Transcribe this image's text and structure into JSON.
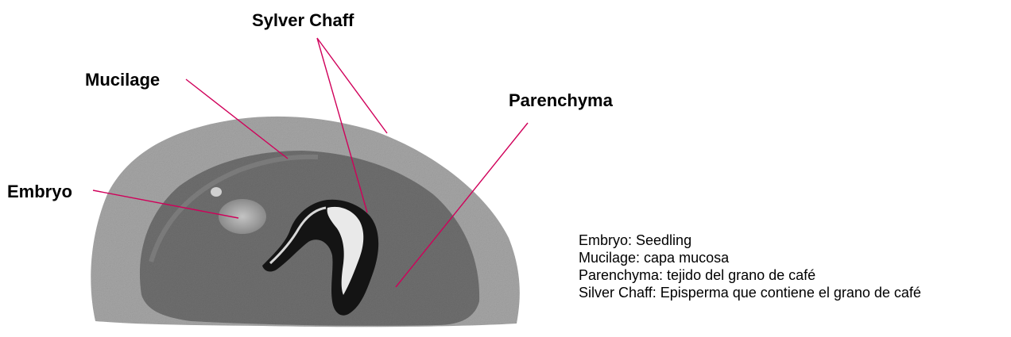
{
  "labels": {
    "sylver_chaff": "Sylver Chaff",
    "mucilage": "Mucilage",
    "parenchyma": "Parenchyma",
    "embryo": "Embryo"
  },
  "legend": [
    "Embryo: Seedling",
    "Mucilage: capa mucosa",
    "Parenchyma: tejido del grano de café",
    "Silver Chaff: Episperma que contiene el grano de café"
  ],
  "colors": {
    "leader_line": "#d0005a",
    "outer_layer": "#a6a6a6",
    "inner_tissue": "#6f6f6f",
    "embryo_spot": "#b4b4b4",
    "center_cleft": "#141414",
    "chaff": "#e9e9e9"
  }
}
